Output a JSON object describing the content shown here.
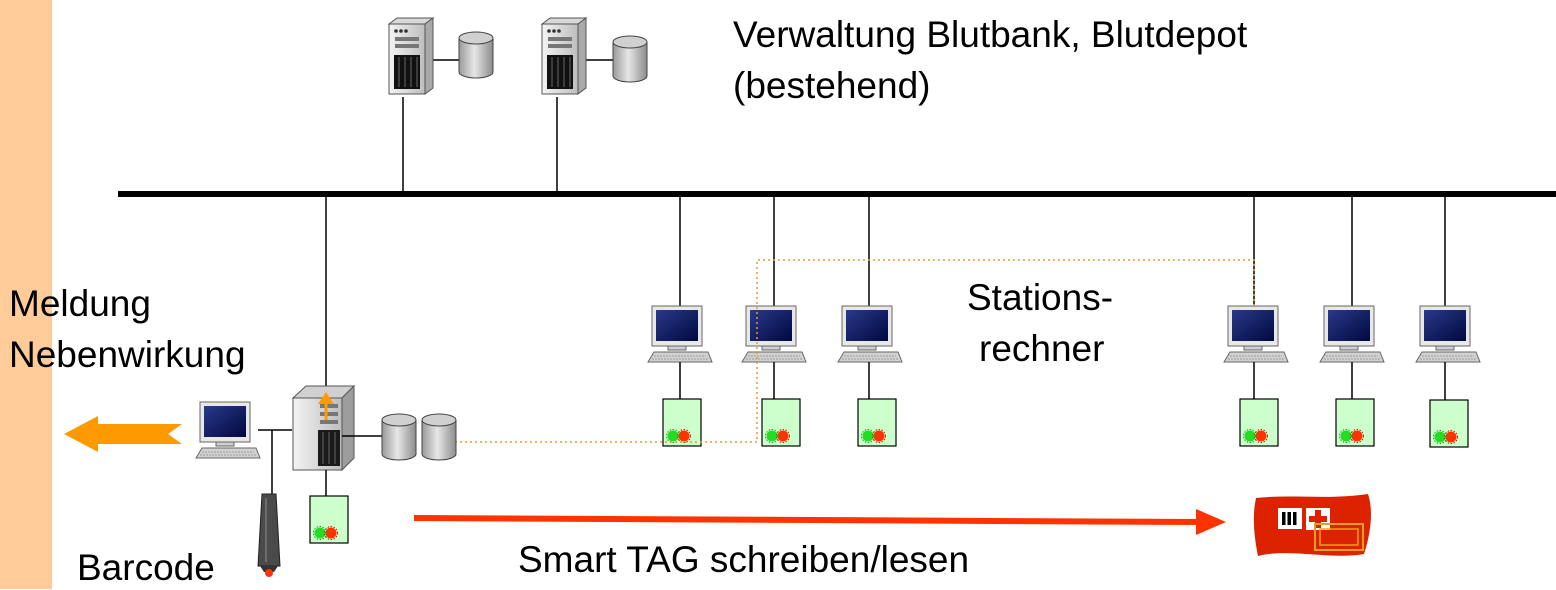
{
  "colors": {
    "sidebar": "#FFCC99",
    "network_line": "#000000",
    "dotted_link": "#E69B2E",
    "arrow_orange": "#FF9900",
    "arrow_red": "#FF3300",
    "tag_red": "#DD2200",
    "reader_fill": "#CCFFCC",
    "led_green": "#22DD22",
    "led_red": "#FF3300"
  },
  "labels": {
    "admin_line1": "Verwaltung Blutbank, Blutdepot",
    "admin_line2": "(bestehend)",
    "station_line1": "Stations-",
    "station_line2": "rechner",
    "report_line1": "Meldung",
    "report_line2": "Nebenwirkung",
    "barcode": "Barcode",
    "smart_tag": "Smart TAG schreiben/lesen"
  },
  "icons": {
    "server": "server-tower-icon",
    "database": "database-cylinder-icon",
    "workstation": "desktop-computer-icon",
    "reader": "smart-tag-reader-icon",
    "barcode_scanner": "barcode-scanner-icon",
    "tag": "smart-tag-card-icon"
  },
  "nodes": {
    "admin_servers": [
      "server-1",
      "server-2"
    ],
    "station_group_1": [
      "station-pc-1",
      "station-pc-2",
      "station-pc-3"
    ],
    "station_group_2": [
      "station-pc-4",
      "station-pc-5",
      "station-pc-6"
    ]
  }
}
